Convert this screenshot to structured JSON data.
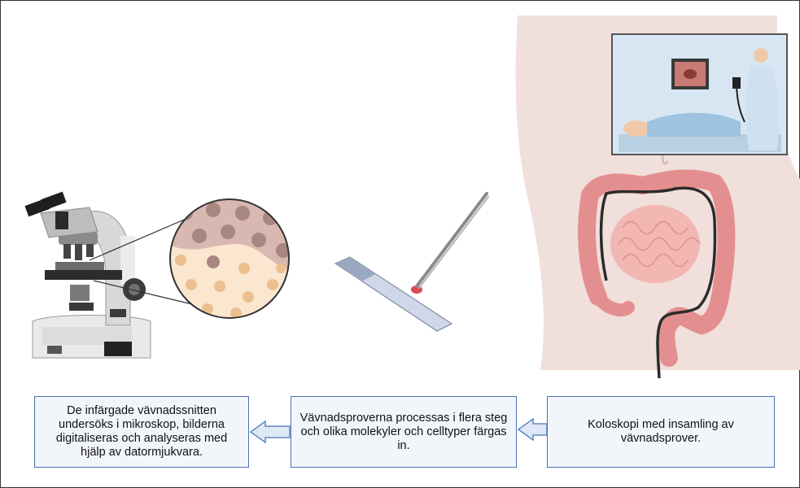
{
  "steps": [
    {
      "text": "De infärgade vävnadssnitten undersöks i mikroskop, bilderna digitaliseras och analyseras med hjälp av datormjukvara."
    },
    {
      "text": "Vävnadsproverna processas i flera steg och olika molekyler och celltyper färgas in."
    },
    {
      "text": "Koloskopi med insamling av vävnadsprover."
    }
  ],
  "colors": {
    "box_border": "#4a72b8",
    "box_fill": "#f2f6fb",
    "arrow_fill": "#dfe8f6",
    "tissue_pink": "#e8a0a0"
  },
  "icons": [
    "microscope-icon",
    "tissue-cells-magnified-icon",
    "tweezers-icon",
    "glass-slide-icon",
    "abdomen-colon-icon",
    "colonoscopy-scene-icon"
  ]
}
